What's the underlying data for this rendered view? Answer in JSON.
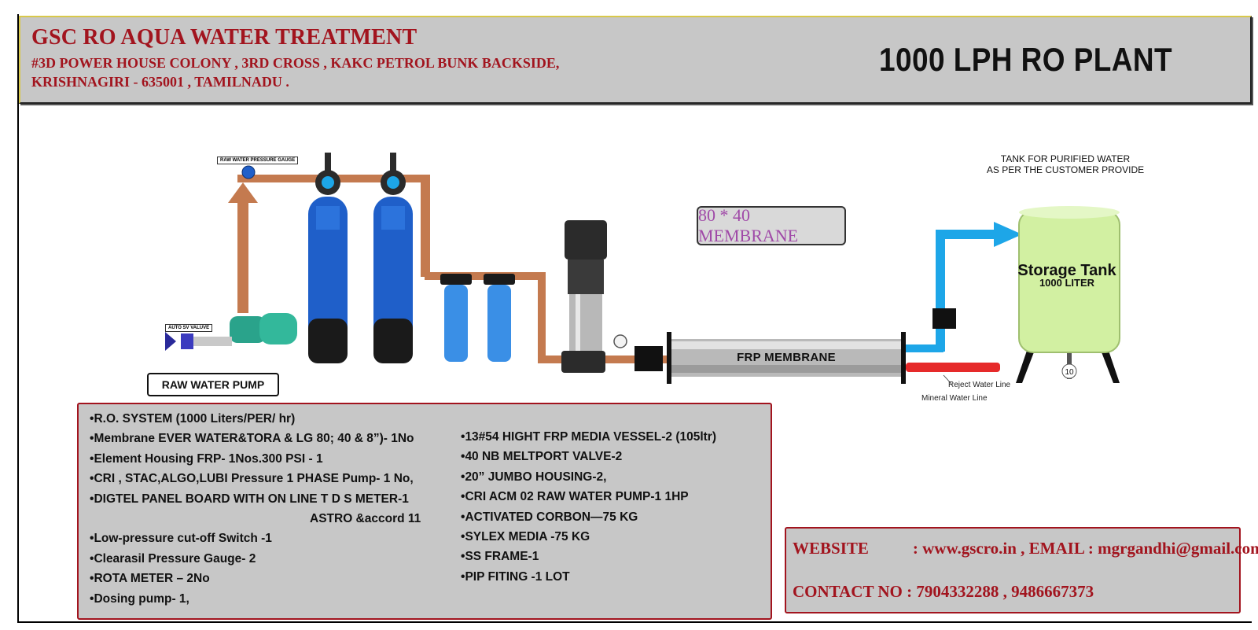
{
  "header": {
    "company": "GSC RO AQUA WATER TREATMENT",
    "address_line1": "#3D POWER HOUSE COLONY , 3RD CROSS , KAKC PETROL BUNK BACKSIDE,",
    "address_line2": "KRISHNAGIRI - 635001 , TAMILNADU .",
    "plant_title": "1000 LPH RO PLANT"
  },
  "diagram": {
    "membrane_size_label": "80 * 40 MEMBRANE",
    "tank_caption_line1": "TANK FOR PURIFIED WATER",
    "tank_caption_line2": "AS PER THE CUSTOMER PROVIDE",
    "tank_name": "Storage Tank",
    "tank_capacity": "1000 LITER",
    "tank_badge": "10",
    "frp_membrane_label": "FRP MEMBRANE",
    "reject_line_label": "Reject Water Line",
    "mineral_line_label": "Mineral Water Line",
    "raw_water_pump_label": "RAW WATER PUMP",
    "pressure_gauge_tag": "RAW WATER PRESSURE GAUGE",
    "auto_valve_tag": "AUTO SV VALUVE",
    "colors": {
      "pipe": "#c47a4f",
      "vessel": "#1f5fc9",
      "product_pipe": "#1da6e8",
      "reject_pipe": "#e62a2a",
      "tank": "#d2f0a2",
      "accent_red": "#a2141e"
    }
  },
  "specs_left": [
    "R.O. SYSTEM (1000 Liters/PER/ hr)",
    "Membrane EVER WATER&TORA & LG 80; 40 & 8”)- 1No",
    "Element Housing FRP- 1Nos.300 PSI - 1",
    "CRI , STAC,ALGO,LUBI Pressure 1 PHASE Pump- 1 No,",
    "DIGTEL PANEL BOARD WITH ON LINE T D S METER-1",
    "ASTRO &accord 11",
    "Low-pressure cut-off Switch -1",
    "Clearasil Pressure Gauge- 2",
    "ROTA METER – 2No",
    "Dosing pump- 1,"
  ],
  "specs_right": [
    "13#54 HIGHT FRP MEDIA VESSEL-2 (105ltr)",
    "40 NB MELTPORT VALVE-2",
    "20” JUMBO HOUSING-2,",
    "CRI ACM 02 RAW WATER PUMP-1 1HP",
    "ACTIVATED CORBON—75 KG",
    "SYLEX MEDIA -75 KG",
    "SS FRAME-1",
    "PIP FITING -1 LOT"
  ],
  "contact": {
    "website_label": "WEBSITE",
    "website_text": ": www.gscro.in  , EMAIL : mgrgandhi@gmail.com",
    "contact_text": "CONTACT NO : 7904332288 , 9486667373"
  }
}
